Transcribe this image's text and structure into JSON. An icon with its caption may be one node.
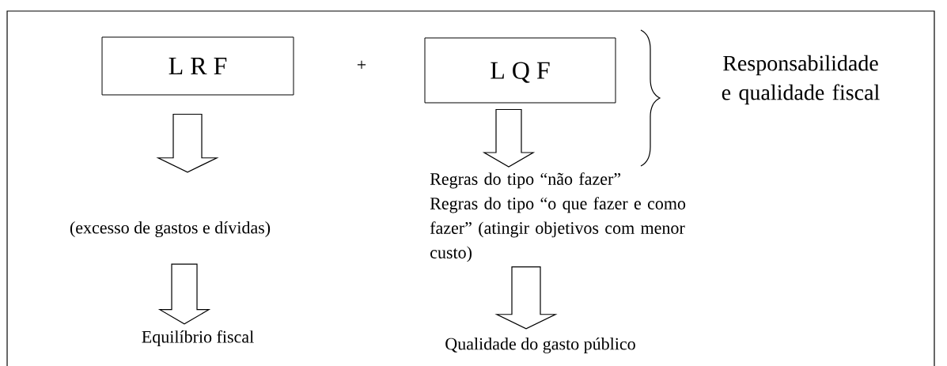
{
  "diagram": {
    "nodes": [
      {
        "text": [
          "L R F"
        ]
      },
      {
        "text": [
          "L Q F"
        ]
      },
      {
        "text": [
          "(excesso de gastos e dívidas)"
        ]
      },
      {
        "text": [
          "Equilíbrio fiscal"
        ]
      },
      {
        "text": [
          "Regras do tipo “não fazer”",
          "Regras do tipo “o que fazer e como fazer” (atingir objetivos com menor custo)"
        ]
      },
      {
        "text": [
          "Qualidade do gasto público"
        ]
      }
    ],
    "edges": [
      {
        "from": 0,
        "to": 2,
        "arrow": "to"
      },
      {
        "from": 2,
        "to": 3,
        "arrow": "to"
      },
      {
        "from": 1,
        "to": 4,
        "arrow": "to"
      },
      {
        "from": 4,
        "to": 5,
        "arrow": "to"
      }
    ],
    "labels": [
      "+",
      "Responsabilidade e qualidade fiscal"
    ]
  }
}
